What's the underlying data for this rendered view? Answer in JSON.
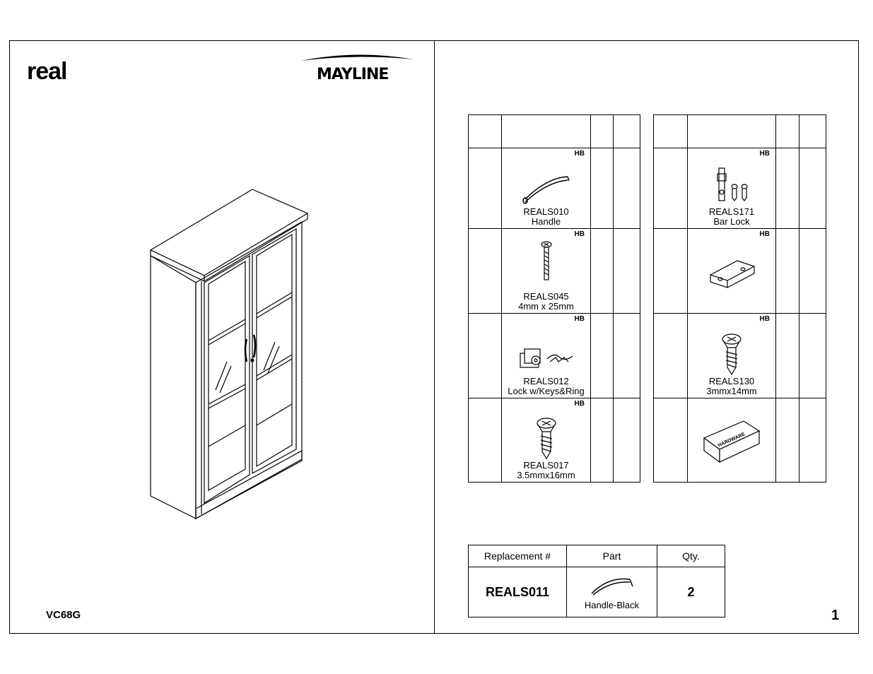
{
  "header": {
    "brand_real": "real",
    "brand_mayline": "MAYLINE"
  },
  "footer": {
    "model": "VC68G",
    "page_number": "1"
  },
  "hardware_tag": "HB",
  "parts_left": [
    {
      "code": "REALS010",
      "desc": "Handle",
      "icon": "handle-icon"
    },
    {
      "code": "REALS045",
      "desc": "4mm x 25mm",
      "icon": "screw-icon"
    },
    {
      "code": "REALS012",
      "desc": "Lock w/Keys&Ring",
      "icon": "lock-icon"
    },
    {
      "code": "REALS017",
      "desc": "3.5mmx16mm",
      "icon": "flat-head-screw-icon"
    }
  ],
  "parts_right": [
    {
      "code": "REALS171",
      "desc": "Bar Lock",
      "icon": "bar-lock-icon"
    },
    {
      "code": "",
      "desc": "",
      "icon": "bracket-icon"
    },
    {
      "code": "REALS130",
      "desc": "3mmx14mm",
      "icon": "flat-head-screw-icon"
    },
    {
      "code": "",
      "desc": "",
      "icon": "hardware-box-icon",
      "box_label": "HARDWARE"
    }
  ],
  "replacement": {
    "headers": [
      "Replacement #",
      "Part",
      "Qty."
    ],
    "code": "REALS011",
    "part_desc": "Handle-Black",
    "qty": "2"
  }
}
